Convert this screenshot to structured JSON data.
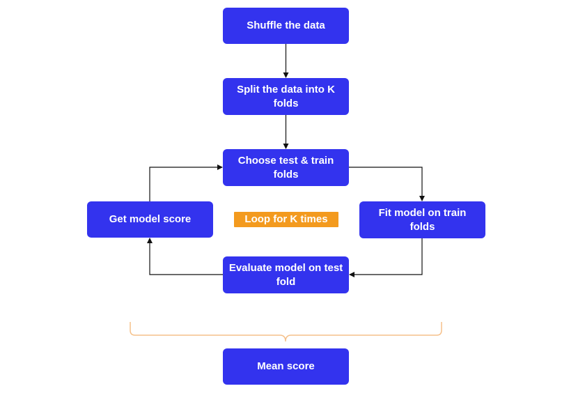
{
  "nodes": {
    "shuffle": "Shuffle the data",
    "split": "Split the data into K folds",
    "choose": "Choose test & train folds",
    "fit": "Fit model on train folds",
    "evaluate": "Evaluate model on test fold",
    "get_score": "Get model score",
    "mean": "Mean score"
  },
  "loop_label": "Loop for K times",
  "colors": {
    "node_fill": "#3333ee",
    "node_text": "#ffffff",
    "loop_label_fill": "#f39a1e",
    "brace": "#f5c08a",
    "arrow": "#111111"
  }
}
